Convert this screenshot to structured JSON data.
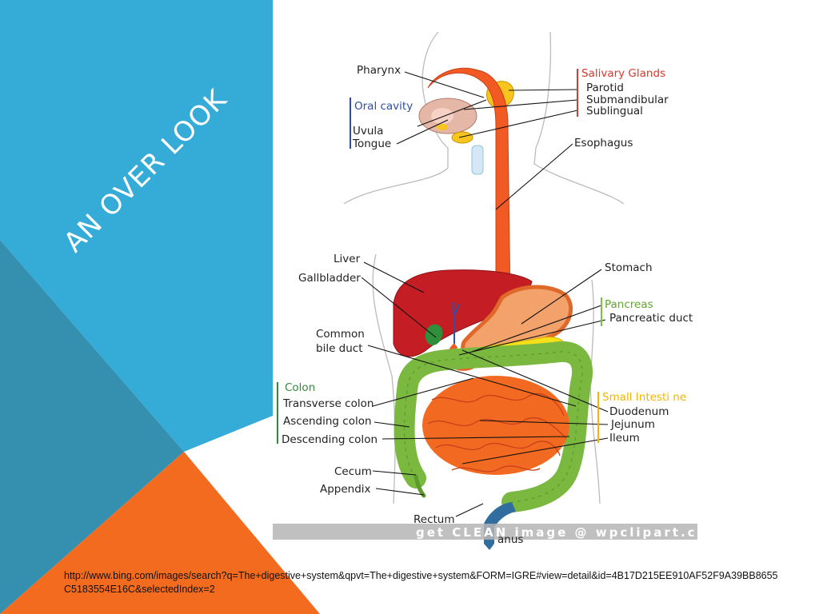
{
  "slide": {
    "title": "AN OVER LOOK",
    "source_url": "http://www.bing.com/images/search?q=The+digestive+system&qpvt=The+digestive+system&FORM=IGRE#view=detail&id=4B17D215EE910AF52F9A39BB8655C5183554E16C&selectedIndex=2"
  },
  "colors": {
    "blue_panel": "#35ACD8",
    "teal_panel": "#3590B0",
    "orange_panel": "#F26B1E"
  },
  "diagram": {
    "labels": {
      "pharynx": "Pharynx",
      "oral_cavity": "Oral cavity",
      "uvula": "Uvula",
      "tongue": "Tongue",
      "salivary_glands": "Salivary Glands",
      "parotid": "Parotid",
      "submandibular": "Submandibular",
      "sublingual": "Sublingual",
      "esophagus": "Esophagus",
      "liver": "Liver",
      "gallbladder": "Gallbladder",
      "common_bile_duct_1": "Common",
      "common_bile_duct_2": "bile duct",
      "stomach": "Stomach",
      "pancreas": "Pancreas",
      "pancreatic_duct": "Pancreatic duct",
      "colon": "Colon",
      "transverse_colon": "Transverse colon",
      "ascending_colon": "Ascending colon",
      "descending_colon": "Descending colon",
      "small_intestine": "Small Intesti ne",
      "duodenum": "Duodenum",
      "jejunum": "Jejunum",
      "ileum": "Ileum",
      "cecum": "Cecum",
      "appendix": "Appendix",
      "rectum": "Rectum",
      "anus": "anus"
    },
    "group_colors": {
      "salivary": "#D9382A",
      "oral": "#2E4FA8",
      "pancreas": "#7CC242",
      "colon": "#2E8B3A",
      "small_intestine": "#F4B400"
    },
    "watermark": "get CLEAN image @ wpclipart.com"
  }
}
